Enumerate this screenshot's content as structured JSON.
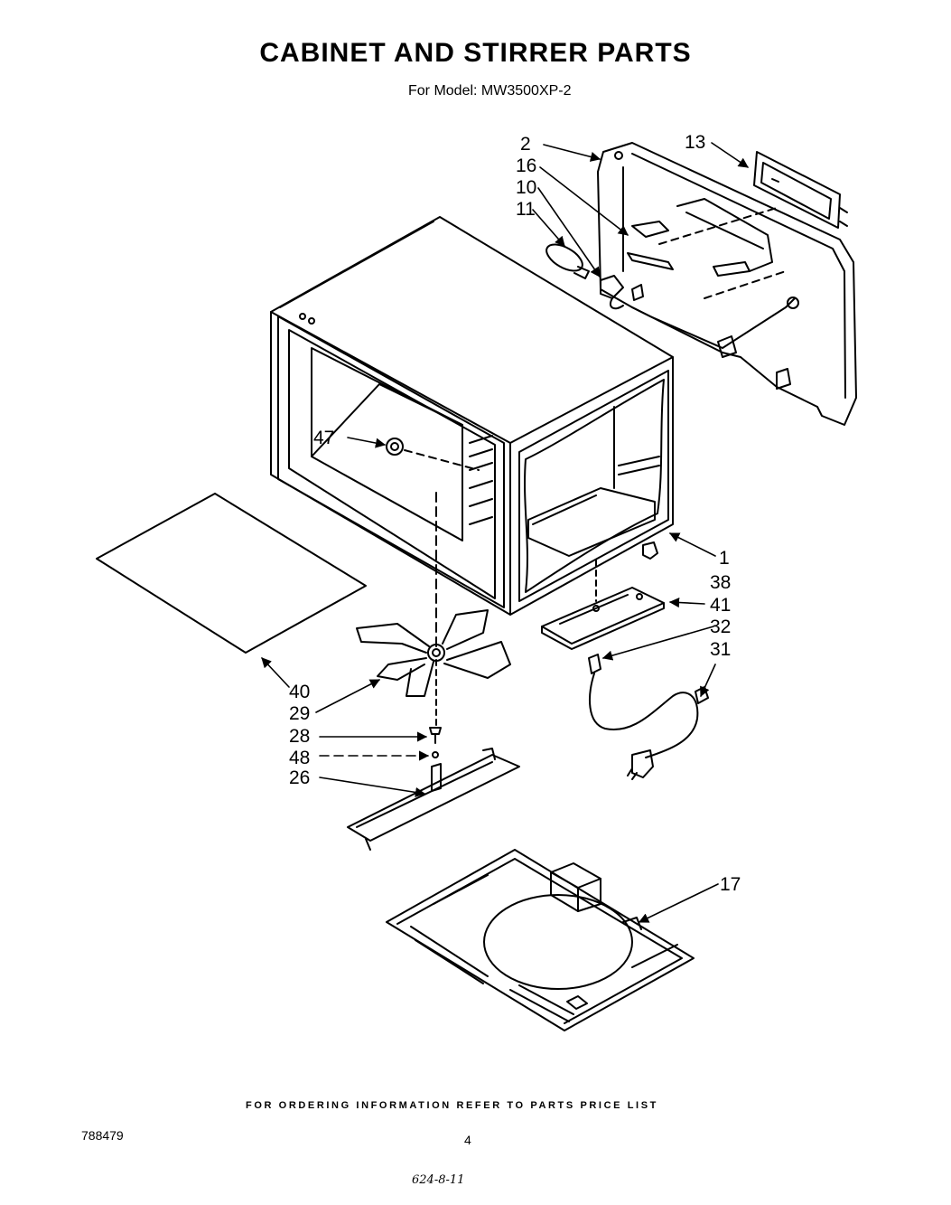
{
  "header": {
    "title": "CABINET AND STIRRER PARTS",
    "subtitle": "For Model: MW3500XP-2"
  },
  "callouts": {
    "c2": "2",
    "c16": "16",
    "c10": "10",
    "c11": "11",
    "c13": "13",
    "c47": "47",
    "c1": "1",
    "c38": "38",
    "c41": "41",
    "c32": "32",
    "c31": "31",
    "c40": "40",
    "c29": "29",
    "c28": "28",
    "c48": "48",
    "c26": "26",
    "c17": "17"
  },
  "footer": {
    "note": "FOR ORDERING INFORMATION REFER TO PARTS PRICE LIST",
    "doc_number": "788479",
    "page_number": "4",
    "handwritten": "624-8-11"
  }
}
